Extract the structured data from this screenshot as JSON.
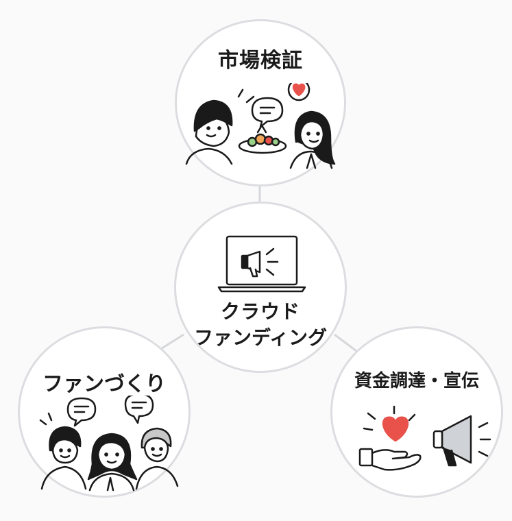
{
  "nodes": {
    "center": {
      "line1": "クラウド",
      "line2": "ファンディング",
      "icon": "laptop-megaphone-icon"
    },
    "top": {
      "label": "市場検証",
      "icon": "tasting-people-icon"
    },
    "left": {
      "label": "ファンづくり",
      "icon": "fans-group-icon"
    },
    "right": {
      "label": "資金調達・宣伝",
      "icon": "hand-heart-megaphone-icon"
    }
  },
  "colors": {
    "circle_border": "#dcdde0",
    "connector": "#d6d7da",
    "ink": "#1a1a1a",
    "heart": "#e8524a",
    "megaphone_gray": "#cfd2d6",
    "food_green": "#9bd08a",
    "food_orange": "#f2a65a",
    "food_red": "#e8524a",
    "hair_gray": "#c8c8c8"
  }
}
